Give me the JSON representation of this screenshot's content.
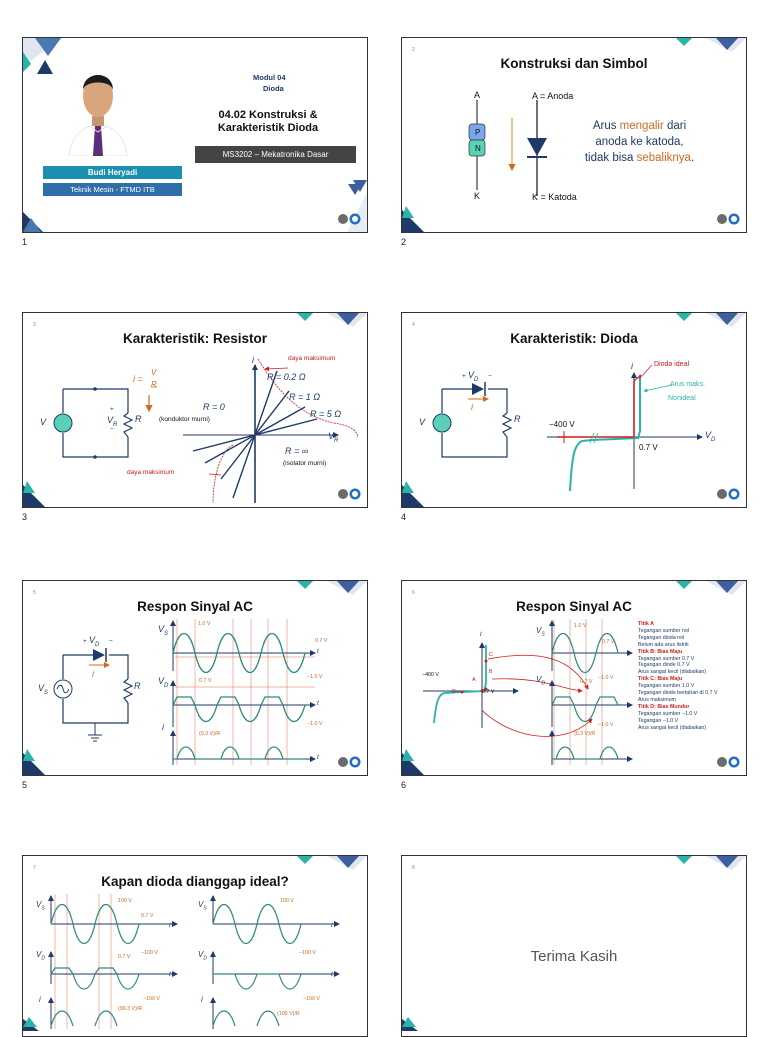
{
  "page_numbers": [
    "1",
    "2",
    "3",
    "4",
    "5",
    "6"
  ],
  "slides": {
    "s1": {
      "slide_no": "1",
      "module": "Modul 04",
      "module_sub": "Dioda",
      "title_line1": "04.02 Konstruksi &",
      "title_line2": "Karakteristik Dioda",
      "course": "MS3202 – Mekatronika Dasar",
      "name": "Budi Heryadi",
      "dept": "Teknik Mesin - FTMD ITB"
    },
    "s2": {
      "slide_no": "2",
      "title": "Konstruksi dan Simbol",
      "top_label": "A",
      "bottom_label": "K",
      "p_label": "P",
      "n_label": "N",
      "anode": "A = Anoda",
      "cathode": "K = Katoda",
      "text1a": "Arus ",
      "text1b": "mengalir",
      "text1c": " dari",
      "text2": "anoda ke katoda,",
      "text3a": "tidak bisa ",
      "text3b": "sebaliknya",
      "text3c": "."
    },
    "s3": {
      "slide_no": "3",
      "title": "Karakteristik: Resistor",
      "v": "V",
      "vr": "V",
      "vr_sub": "R",
      "r": "R",
      "i_eq": "i =",
      "eq_num": "V",
      "eq_den": "R",
      "i_axis": "i",
      "vr_axis": "V",
      "vr_axis_sub": "R",
      "daya_top": "daya maksimum",
      "daya_bottom": "daya maksimum",
      "r02": "R = 0.2 Ω",
      "r1": "R = 1 Ω",
      "r5": "R = 5 Ω",
      "r0": "R = 0",
      "konduktor": "(konduktor murni)",
      "rinf": "R = ∞",
      "isolator": "(isolator murni)",
      "plus": "+",
      "minus": "−"
    },
    "s4": {
      "slide_no": "4",
      "title": "Karakteristik: Dioda",
      "vd": "V",
      "vd_sub": "D",
      "i": "i",
      "r": "R",
      "v": "V",
      "plus": "+",
      "minus": "−",
      "ideal": "Dioda ideal",
      "arus_maks": "Arus maks.",
      "nonideal": "Nonideal",
      "neg400": "−400 V",
      "v07": "0.7 V",
      "i_axis": "i",
      "vd_axis": "V",
      "vd_axis_sub": "D"
    },
    "s5": {
      "slide_no": "5",
      "title": "Respon Sinyal AC",
      "vs": "V",
      "vs_sub": "S",
      "vd": "V",
      "vd_sub": "D",
      "i": "i",
      "r": "R",
      "plus": "+",
      "minus": "−",
      "p10": "1.0 V",
      "p07": "0.7 V",
      "n10": "−1.0 V",
      "vd07": "0.7 V",
      "vdn10": "−1.0 V",
      "icur": "(0.3 V)/R",
      "t": "t",
      "i_axis": "i"
    },
    "s6": {
      "slide_no": "6",
      "title": "Respon Sinyal AC",
      "i_axis": "i",
      "vs": "V",
      "vs_sub": "S",
      "vd": "V",
      "vd_sub": "D",
      "neg400": "−400 V",
      "v07": "0.7 V",
      "pa": "A",
      "pb": "B",
      "pc": "C",
      "pd": "D",
      "p10": "1.0 V",
      "p07": "0.7 V",
      "n10": "−1.0 V",
      "vd07": "0.7 V",
      "vdn10": "−1.0 V",
      "icur": "(0.3 V)/R",
      "t": "t",
      "notes": [
        {
          "text": "Titik A",
          "cls": "red"
        },
        {
          "text": "Tegangan sumber nol",
          "cls": "navy"
        },
        {
          "text": "Tegangan dioda nol",
          "cls": "navy"
        },
        {
          "text": "Belum ada arus listrik",
          "cls": "navy"
        },
        {
          "text": "Titik B: Bias Maju",
          "cls": "red"
        },
        {
          "text": "Tegangan sumber 0.7 V",
          "cls": "navy"
        },
        {
          "text": "Tegangan diode 0.7 V",
          "cls": "navy"
        },
        {
          "text": "Arus sangat kecil (diabaikan)",
          "cls": "navy"
        },
        {
          "text": "Titik C: Bias Maju",
          "cls": "red"
        },
        {
          "text": "Tegangan sumber 1.0 V",
          "cls": "navy"
        },
        {
          "text": "Tegangan diode bertahan di 0.7 V",
          "cls": "navy"
        },
        {
          "text": "Arus maksimum",
          "cls": "navy"
        },
        {
          "text": "Titik D: Bias Mundur",
          "cls": "red"
        },
        {
          "text": "Tegangan sumber −1.0 V",
          "cls": "navy"
        },
        {
          "text": "Tegangan −1.0 V",
          "cls": "navy"
        },
        {
          "text": "Arus sangat kecil (diabaikan)",
          "cls": "navy"
        }
      ]
    },
    "s7": {
      "slide_no": "7",
      "title": "Kapan dioda dianggap ideal?",
      "vs": "V",
      "vs_sub": "S",
      "vd": "V",
      "vd_sub": "D",
      "i_axis": "i",
      "t": "t",
      "l100": "100 V",
      "l07": "0.7 V",
      "ln100": "−100 V",
      "lvd07": "0.7 V",
      "lvdn100": "−100 V",
      "licur": "(99.3 V)/R",
      "r100": "100 V",
      "rn100": "−100 V",
      "rvdn100": "−100 V",
      "rcur": "(100 V)/R"
    },
    "s8": {
      "slide_no": "8",
      "text": "Terima Kasih"
    }
  },
  "colors": {
    "navy": "#1f3a68",
    "orange": "#d2691e",
    "teal": "#2ab3a8",
    "red": "#d21b1b",
    "wave": "#2e8b7a",
    "dark_gray": "#444444",
    "name_band": "#1a8fb0"
  },
  "icons": [
    "decor-triangles",
    "university-logos",
    "resistor-symbol",
    "diode-symbol",
    "ac-source-symbol",
    "dc-source-symbol",
    "ground-symbol"
  ]
}
